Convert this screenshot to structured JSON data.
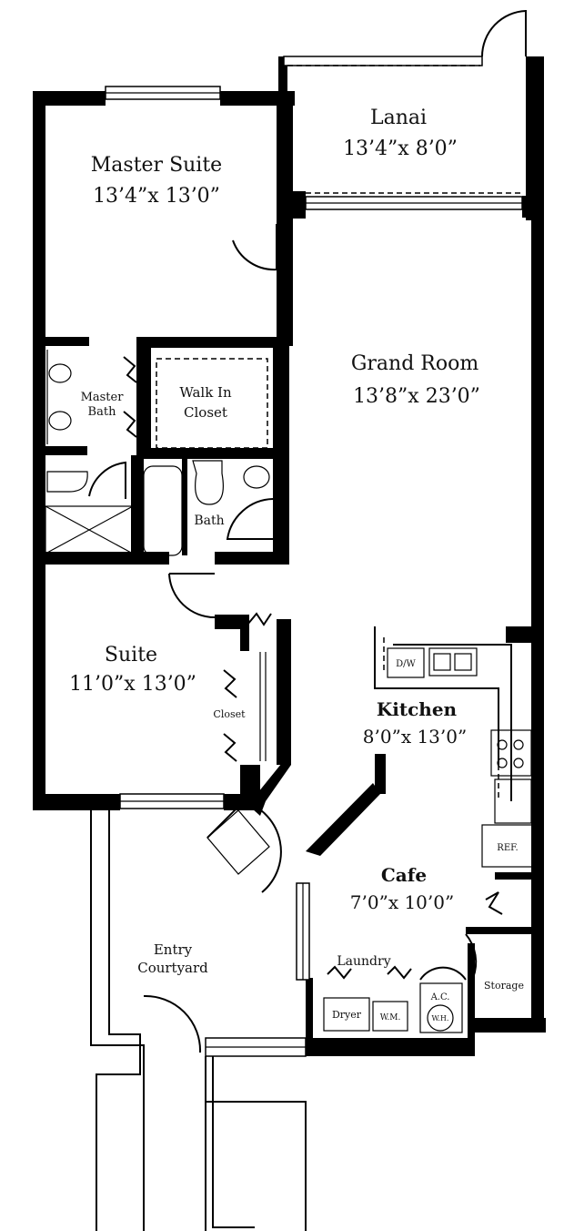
{
  "rooms": {
    "lanai": {
      "name": "Lanai",
      "dims": "13’4”x 8’0”"
    },
    "master_suite": {
      "name": "Master Suite",
      "dims": "13’4”x 13’0”"
    },
    "grand_room": {
      "name": "Grand Room",
      "dims": "13’8”x 23’0”"
    },
    "master_bath": {
      "line1": "Master",
      "line2": "Bath"
    },
    "walk_in_closet": {
      "line1": "Walk In",
      "line2": "Closet"
    },
    "bath": {
      "name": "Bath"
    },
    "suite": {
      "name": "Suite",
      "dims": "11’0”x 13’0”"
    },
    "closet": {
      "name": "Closet"
    },
    "kitchen": {
      "name": "Kitchen",
      "dims": "8’0”x 13’0”"
    },
    "cafe": {
      "name": "Cafe",
      "dims": "7’0”x 10’0”"
    },
    "entry_courtyard": {
      "line1": "Entry",
      "line2": "Courtyard"
    },
    "laundry": {
      "name": "Laundry"
    },
    "storage": {
      "name": "Storage"
    }
  },
  "fixtures": {
    "dishwasher": "D/W",
    "refrigerator": "REF.",
    "dryer": "Dryer",
    "washing_machine": "W.M.",
    "ac": "A.C.",
    "water_heater": "W.H."
  }
}
